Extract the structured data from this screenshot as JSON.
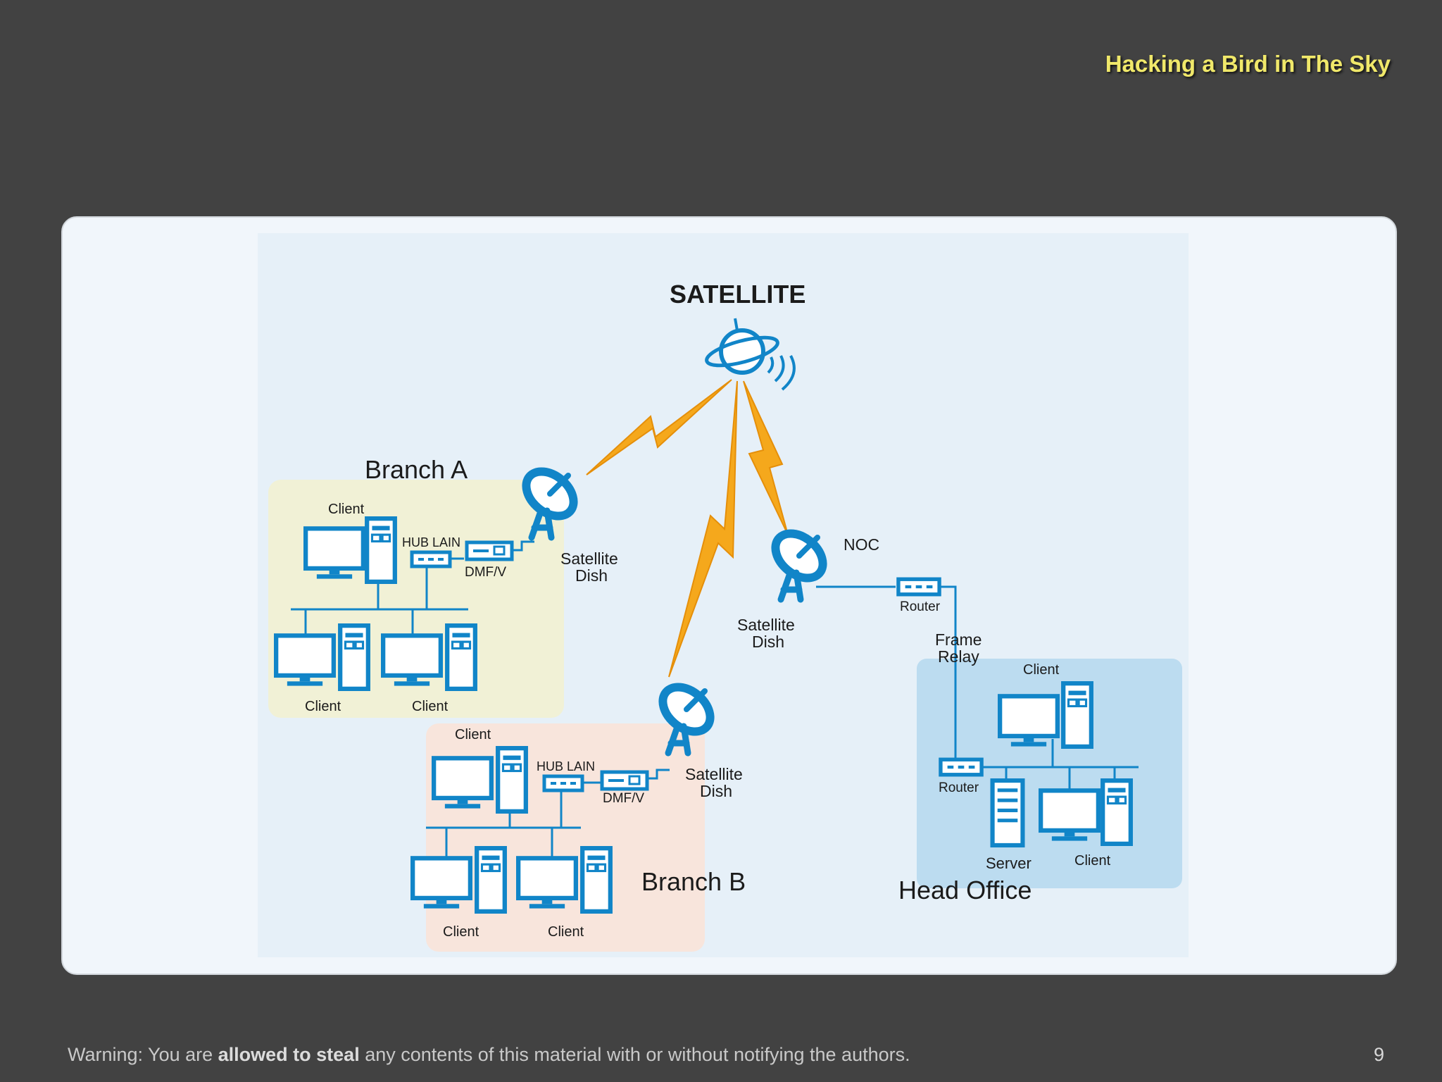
{
  "slide": {
    "title": "Hacking a Bird in The Sky",
    "page_number": "9",
    "footer": {
      "prefix": "Warning: You are ",
      "bold": "allowed to steal",
      "suffix": " any contents of this material with or without notifying the authors."
    }
  },
  "diagram": {
    "satellite_label": "SATELLITE",
    "branch_a": {
      "title": "Branch A",
      "client_top": "Client",
      "hub": "HUB LAIN",
      "modem": "DMF/V",
      "dish_line1": "Satellite",
      "dish_line2": "Dish",
      "client_left": "Client",
      "client_right": "Client"
    },
    "branch_b": {
      "title": "Branch B",
      "client_top": "Client",
      "hub": "HUB LAIN",
      "modem": "DMF/V",
      "dish_line1": "Satellite",
      "dish_line2": "Dish",
      "client_left": "Client",
      "client_right": "Client"
    },
    "noc": {
      "label": "NOC",
      "dish_line1": "Satellite",
      "dish_line2": "Dish",
      "router": "Router",
      "link_line1": "Frame",
      "link_line2": "Relay"
    },
    "head_office": {
      "title": "Head Office",
      "client_top": "Client",
      "router": "Router",
      "server": "Server",
      "client_right": "Client"
    },
    "colors": {
      "device_blue": "#1185c8",
      "bolt_orange": "#f5a81c",
      "branch_a_bg": "#f1f1d6",
      "branch_b_bg": "#f8e5dc",
      "head_office_bg": "#bcdcf0"
    }
  }
}
